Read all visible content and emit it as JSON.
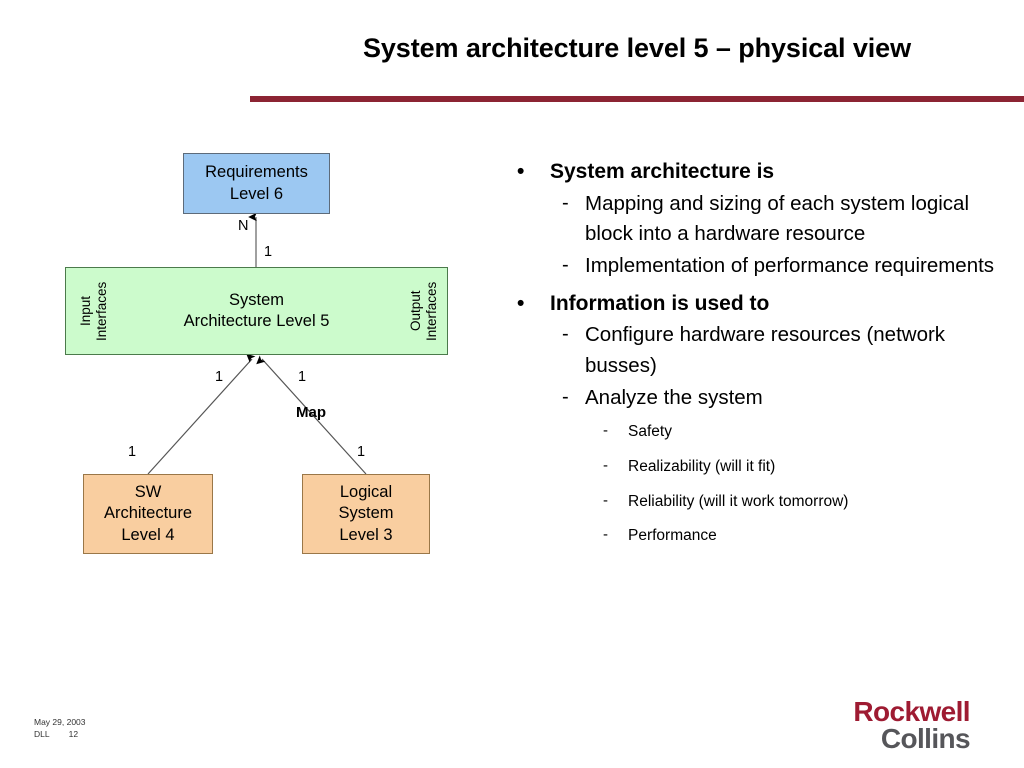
{
  "slide": {
    "title": "System architecture level 5 – physical view",
    "rule_color": "#8C2433"
  },
  "diagram": {
    "nodes": {
      "requirements": {
        "label": "Requirements\nLevel 6",
        "color": "#9CC8F2"
      },
      "system": {
        "label": "System\nArchitecture Level 5",
        "color": "#CCFBCC"
      },
      "sw": {
        "label": "SW\nArchitecture\nLevel 4",
        "color": "#F9CEA0"
      },
      "logical": {
        "label": "Logical\nSystem\nLevel 3",
        "color": "#F9CEA0"
      }
    },
    "side_labels": {
      "input": "Input\nInterfaces",
      "output": "Output\nInterfaces"
    },
    "multiplicities": {
      "req_top": "N",
      "req_bottom": "1",
      "sys_left": "1",
      "sys_right": "1",
      "sw_end": "1",
      "logical_end": "1"
    },
    "edge_labels": {
      "map": "Map"
    }
  },
  "bullets": [
    {
      "level": 1,
      "marker": "•",
      "text": "System architecture is"
    },
    {
      "level": 2,
      "marker": "-",
      "text": "Mapping and sizing of each system logical block into a hardware resource"
    },
    {
      "level": 2,
      "marker": "-",
      "text": "Implementation of performance requirements"
    },
    {
      "level": 1,
      "marker": "•",
      "text": "Information is used to"
    },
    {
      "level": 2,
      "marker": "-",
      "text": "Configure hardware resources (network busses)"
    },
    {
      "level": 2,
      "marker": "-",
      "text": "Analyze the system"
    },
    {
      "level": 3,
      "marker": "-",
      "text": "Safety"
    },
    {
      "level": 3,
      "marker": "-",
      "text": "Realizability (will it fit)"
    },
    {
      "level": 3,
      "marker": "-",
      "text": "Reliability (will it work tomorrow)"
    },
    {
      "level": 3,
      "marker": "-",
      "text": "Performance"
    }
  ],
  "footer": {
    "date": "May 29, 2003",
    "author": "DLL",
    "page_number": "12"
  },
  "logo": {
    "line1": "Rockwell",
    "line2": "Collins",
    "line1_color": "#9E1B32",
    "line2_color": "#56565A"
  }
}
